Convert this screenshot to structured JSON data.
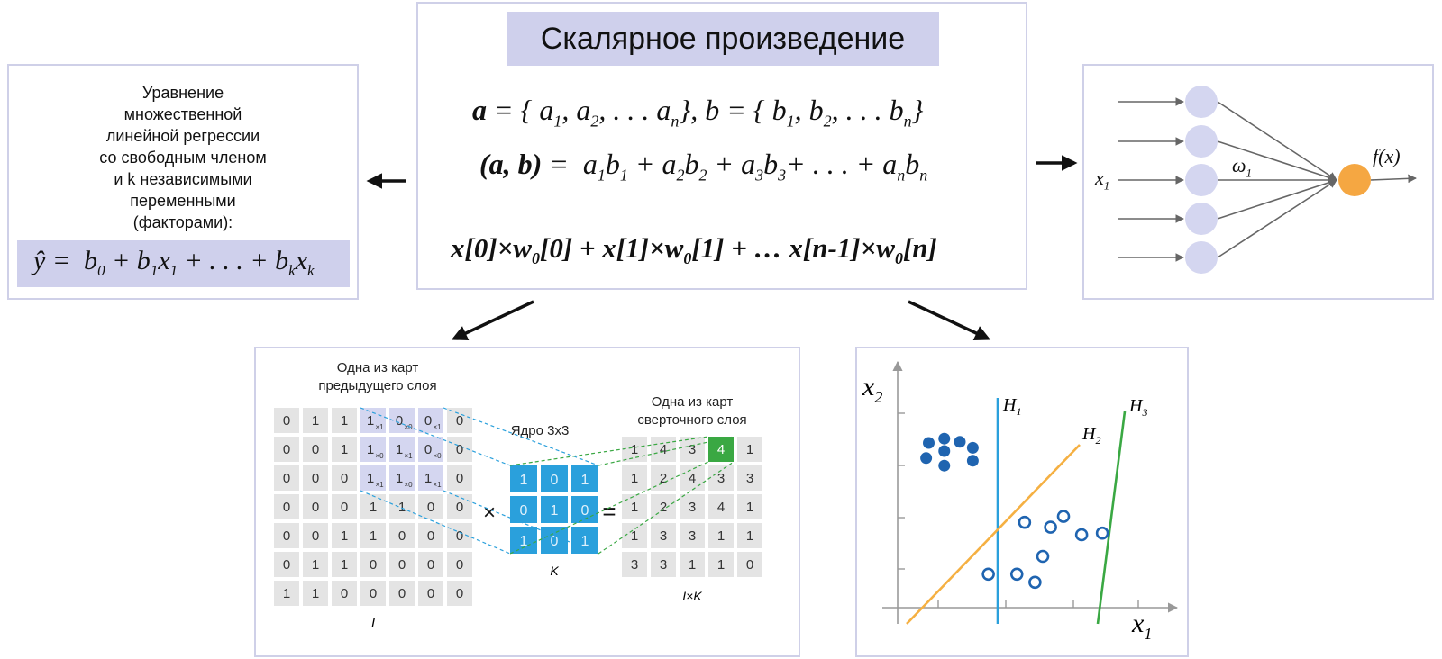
{
  "dot_product": {
    "title": "Скалярное произведение",
    "vec_def": "a = { a1, a2, . . . an}, b = { b1, b2, . . . bn}",
    "dot_formula": "(a, b) = a1b1 + a2b2 + a3b3+ . . . + anbn",
    "code_formula": "x[0]×w0[0] + x[1]×w0[1] + … x[n-1]×w0[n]"
  },
  "regression": {
    "lines": [
      "Уравнение",
      "множественной",
      "линейной регрессии",
      "со свободным членом",
      "и k независимыми",
      "переменными",
      "(факторами):"
    ],
    "equation": "ŷ = b0 + b1x1 + . . . + bkxk"
  },
  "neuron": {
    "input_label": "x1",
    "weight_label": "ω1",
    "output_label": "f(x)",
    "input_color": "#d4d6f0",
    "output_color": "#f5a742"
  },
  "convolution": {
    "input_title": [
      "Одна из карт",
      "предыдущего слоя"
    ],
    "kernel_title": "Ядро 3x3",
    "output_title": [
      "Одна из карт",
      "сверточного слоя"
    ],
    "input_label": "I",
    "kernel_label": "K",
    "output_label": "I×K",
    "times_sign": "×",
    "equals_sign": "=",
    "input_grid": [
      [
        "0",
        "1",
        "1",
        "1",
        "0",
        "0",
        "0"
      ],
      [
        "0",
        "0",
        "1",
        "1",
        "1",
        "0",
        "0"
      ],
      [
        "0",
        "0",
        "0",
        "1",
        "1",
        "1",
        "0"
      ],
      [
        "0",
        "0",
        "0",
        "1",
        "1",
        "0",
        "0"
      ],
      [
        "0",
        "0",
        "1",
        "1",
        "0",
        "0",
        "0"
      ],
      [
        "0",
        "1",
        "1",
        "0",
        "0",
        "0",
        "0"
      ],
      [
        "1",
        "1",
        "0",
        "0",
        "0",
        "0",
        "0"
      ]
    ],
    "input_subscripts": [
      [
        "×1",
        "×0",
        "×1"
      ],
      [
        "×0",
        "×1",
        "×0"
      ],
      [
        "×1",
        "×0",
        "×1"
      ]
    ],
    "kernel_grid": [
      [
        "1",
        "0",
        "1"
      ],
      [
        "0",
        "1",
        "0"
      ],
      [
        "1",
        "0",
        "1"
      ]
    ],
    "output_grid": [
      [
        "1",
        "4",
        "3",
        "4",
        "1"
      ],
      [
        "1",
        "2",
        "4",
        "3",
        "3"
      ],
      [
        "1",
        "2",
        "3",
        "4",
        "1"
      ],
      [
        "1",
        "3",
        "3",
        "1",
        "1"
      ],
      [
        "3",
        "3",
        "1",
        "1",
        "0"
      ]
    ],
    "cell_color": "#e4e4e4",
    "highlight_color": "#d4d6f0",
    "kernel_color": "#2aa0dc",
    "result_color": "#3aa843"
  },
  "svm": {
    "x_axis_label": "x1",
    "y_axis_label": "x2",
    "line_labels": [
      "H1",
      "H2",
      "H3"
    ],
    "colors": {
      "H1": "#2aa0dc",
      "H2": "#f5b042",
      "H3": "#3aa843",
      "points": "#1f64b0"
    },
    "filled_points": [
      [
        0.6,
        0.5
      ],
      [
        0.9,
        0.58
      ],
      [
        1.2,
        0.52
      ],
      [
        0.9,
        0.35
      ],
      [
        1.45,
        0.41
      ],
      [
        0.55,
        0.22
      ],
      [
        0.9,
        0.08
      ],
      [
        1.45,
        0.17
      ]
    ],
    "hollow_points": [
      [
        2.8,
        -1.6
      ],
      [
        2.45,
        -0.97
      ],
      [
        2.95,
        -1.06
      ],
      [
        3.2,
        -0.86
      ],
      [
        3.55,
        -1.2
      ],
      [
        3.95,
        -1.17
      ],
      [
        1.75,
        -1.93
      ],
      [
        2.3,
        -1.93
      ],
      [
        2.65,
        -2.08
      ]
    ]
  }
}
